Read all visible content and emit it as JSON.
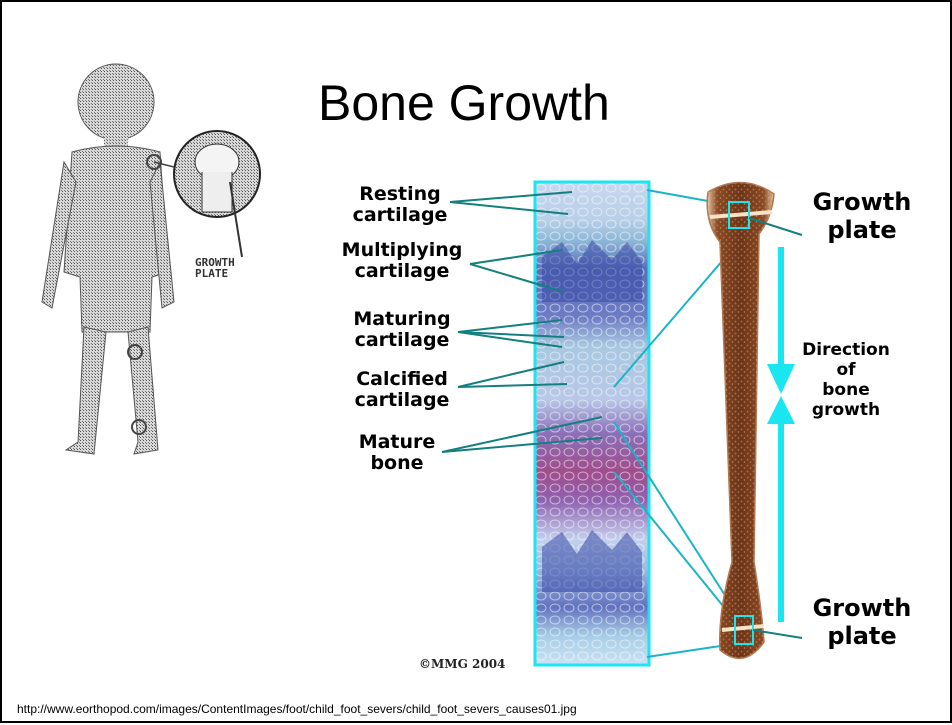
{
  "slide": {
    "title": "Bone Growth",
    "source_url": "http://www.eorthopod.com/images/ContentImages/foot/child_foot_severs/child_foot_severs_causes01.jpg"
  },
  "child_figure": {
    "inset_label_line1": "GROWTH",
    "inset_label_line2": "PLATE"
  },
  "section_labels": [
    {
      "line1": "Resting",
      "line2": "cartilage"
    },
    {
      "line1": "Multiplying",
      "line2": "cartilage"
    },
    {
      "line1": "Maturing",
      "line2": "cartilage"
    },
    {
      "line1": "Calcified",
      "line2": "cartilage"
    },
    {
      "line1": "Mature",
      "line2": "bone"
    }
  ],
  "bone": {
    "top_plate": {
      "line1": "Growth",
      "line2": "plate"
    },
    "bottom_plate": {
      "line1": "Growth",
      "line2": "plate"
    },
    "direction": {
      "line1": "Direction",
      "line2": "of",
      "line3": "bone",
      "line4": "growth"
    }
  },
  "credit": "©MMG 2004",
  "colors": {
    "cyan": "#19e6f0",
    "bone_brown": "#7a3a1c",
    "cartilage_blue": "#7fa8d8",
    "mature_purple": "#a8508e"
  }
}
